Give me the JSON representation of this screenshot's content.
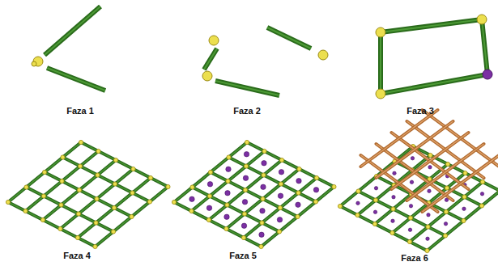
{
  "diagram": {
    "labels": [
      "Faza 1",
      "Faza 2",
      "Faza 3",
      "Faza 4",
      "Faza 5",
      "Faza 6"
    ]
  }
}
